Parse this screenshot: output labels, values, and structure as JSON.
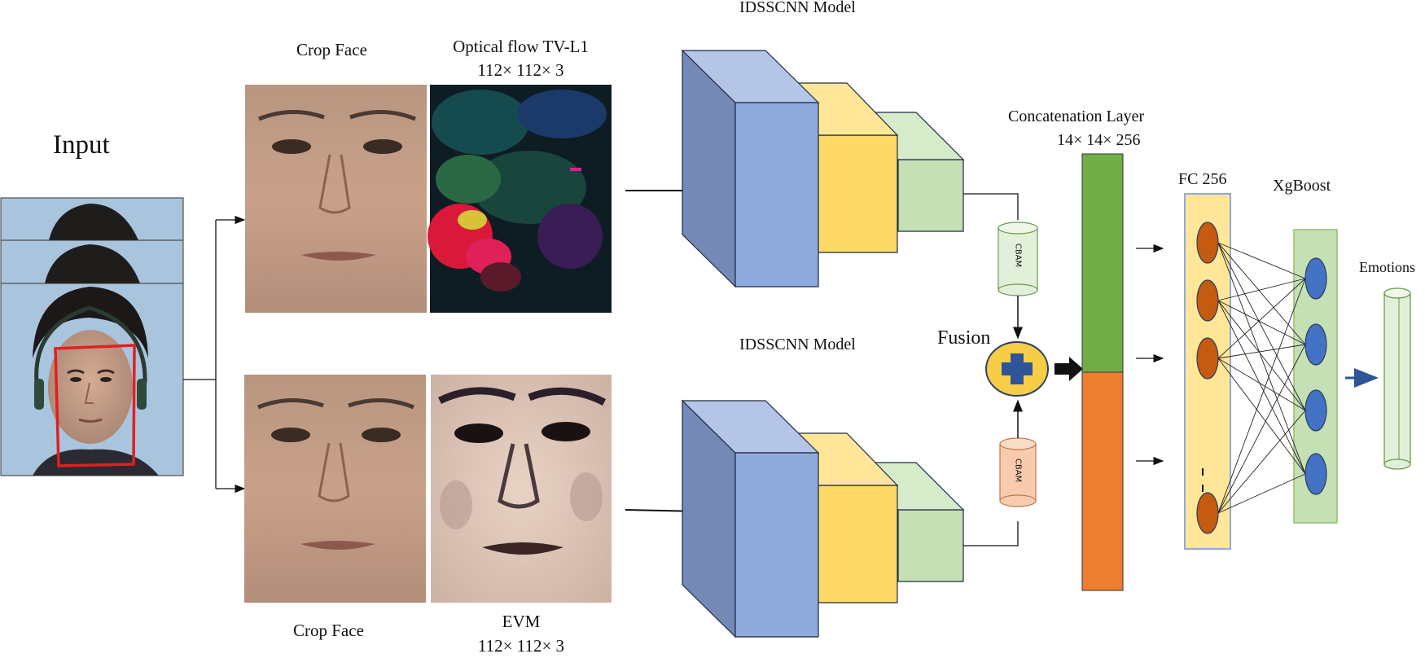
{
  "labels": {
    "input": "Input",
    "crop_face_top": "Crop Face",
    "optical_flow": "Optical flow TV-L1",
    "optical_flow_size": "112× 112× 3",
    "model_top": "IDSSCNN Model",
    "model_bottom": "IDSSCNN Model",
    "concat_layer": "Concatenation Layer",
    "concat_size": "14× 14× 256",
    "fc": "FC 256",
    "xgboost": "XgBoost",
    "emotions": "Emotions",
    "fusion": "Fusion",
    "cbam_top": "CBAM",
    "cbam_bottom": "CBAM",
    "crop_face_bottom": "Crop Face",
    "evm": "EVM",
    "evm_size": "112× 112× 3"
  },
  "colors": {
    "block_blue_front": "#8faadc",
    "block_blue_side": "#7489b5",
    "block_blue_top": "#b4c5e7",
    "block_yellow": "#ffd966",
    "block_yellow_top": "#ffe699",
    "block_green": "#c5e0b4",
    "block_green_top": "#d6ebc9",
    "concat_green": "#70ad47",
    "concat_orange": "#ed7d31",
    "fc_fill": "#ffe699",
    "fc_border": "#8faadc",
    "node_fc": "#c55a11",
    "node_xgb": "#4472c4",
    "xgb_fill": "#c5e0b4",
    "fusion_fill": "#f5cd47",
    "plus": "#2e5597",
    "cbam_top_fill": "#e2f0d9",
    "cbam_bottom_fill": "#f8cbad",
    "face_red_box": "#e02020"
  },
  "icons": {
    "fusion": "plus-icon"
  }
}
